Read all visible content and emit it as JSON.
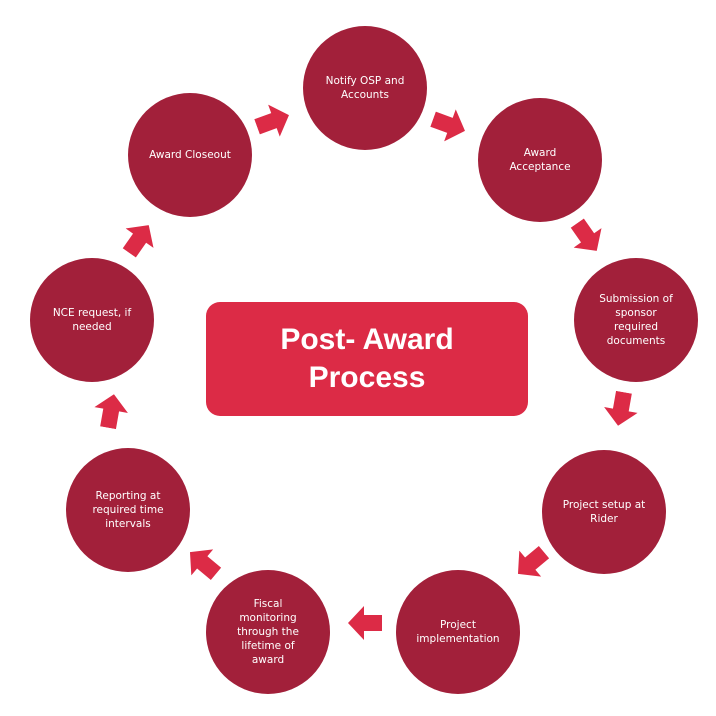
{
  "title": "Post- Award\nProcess",
  "colors": {
    "node_fill": "#a2203a",
    "center_fill": "#dc2b46",
    "arrow_fill": "#dc2b46",
    "text": "#ffffff",
    "background": "#ffffff"
  },
  "steps": [
    {
      "label": "Notify OSP and\nAccounts"
    },
    {
      "label": "Award\nAcceptance"
    },
    {
      "label": "Submission of\nsponsor\nrequired\ndocuments"
    },
    {
      "label": "Project setup at\nRider"
    },
    {
      "label": "Project\nimplementation"
    },
    {
      "label": "Fiscal\nmonitoring\nthrough the\nlifetime of\naward"
    },
    {
      "label": "Reporting at\nrequired time\nintervals"
    },
    {
      "label": "NCE request, if\nneeded"
    },
    {
      "label": "Award Closeout"
    }
  ],
  "arrows": [
    {
      "from": "Award Closeout",
      "to": "Notify OSP and Accounts",
      "icon": "arrow-right-icon"
    },
    {
      "from": "Notify OSP and Accounts",
      "to": "Award Acceptance",
      "icon": "arrow-right-icon"
    },
    {
      "from": "Award Acceptance",
      "to": "Submission of sponsor required documents",
      "icon": "arrow-down-right-icon"
    },
    {
      "from": "Submission of sponsor required documents",
      "to": "Project setup at Rider",
      "icon": "arrow-down-icon"
    },
    {
      "from": "Project setup at Rider",
      "to": "Project implementation",
      "icon": "arrow-down-left-icon"
    },
    {
      "from": "Project implementation",
      "to": "Fiscal monitoring through the lifetime of award",
      "icon": "arrow-left-icon"
    },
    {
      "from": "Fiscal monitoring through the lifetime of award",
      "to": "Reporting at required time intervals",
      "icon": "arrow-up-left-icon"
    },
    {
      "from": "Reporting at required time intervals",
      "to": "NCE request, if needed",
      "icon": "arrow-up-icon"
    },
    {
      "from": "NCE request, if needed",
      "to": "Award Closeout",
      "icon": "arrow-up-right-icon"
    }
  ]
}
